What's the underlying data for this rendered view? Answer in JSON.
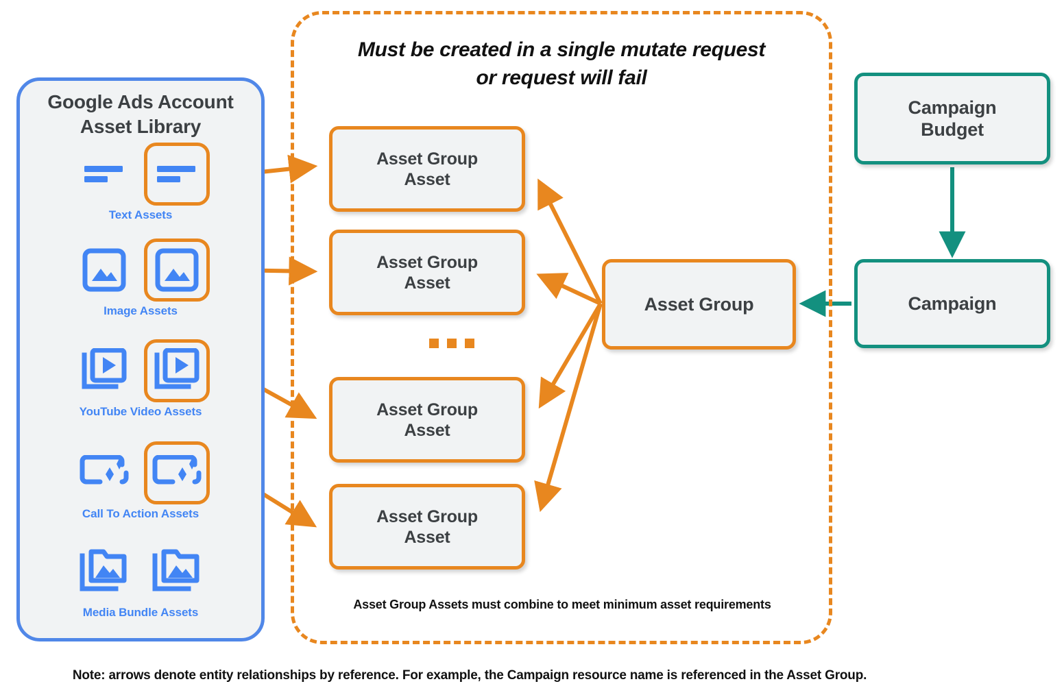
{
  "diagram": {
    "title_note": "Note: arrows denote entity relationships by reference. For example, the Campaign resource name is referenced in the Asset Group.",
    "colors": {
      "orange": "#e8871f",
      "teal": "#13907f",
      "blue": "#5087e8",
      "node_fill": "#f1f3f4",
      "text": "#3c4043"
    }
  },
  "asset_library": {
    "title_line1": "Google Ads Account",
    "title_line2": "Asset Library",
    "rows": [
      {
        "label": "Text Assets",
        "icon": "text-asset-icon",
        "highlighted": true
      },
      {
        "label": "Image Assets",
        "icon": "image-asset-icon",
        "highlighted": true
      },
      {
        "label": "YouTube Video  Assets",
        "icon": "video-asset-icon",
        "highlighted": true
      },
      {
        "label": "Call To Action Assets",
        "icon": "call-to-action-asset-icon",
        "highlighted": true
      },
      {
        "label": "Media Bundle  Assets",
        "icon": "media-bundle-asset-icon",
        "highlighted": false
      }
    ]
  },
  "mutate_group": {
    "heading_line1": "Must be created in a single mutate request",
    "heading_line2": "or request will fail",
    "footnote": "Asset Group Assets must combine to meet minimum asset requirements",
    "ellipsis": "...",
    "asset_group_assets": [
      {
        "line1": "Asset Group",
        "line2": "Asset"
      },
      {
        "line1": "Asset Group",
        "line2": "Asset"
      },
      {
        "line1": "Asset Group",
        "line2": "Asset"
      },
      {
        "line1": "Asset Group",
        "line2": "Asset"
      }
    ]
  },
  "entities": {
    "asset_group": "Asset Group",
    "campaign_budget_line1": "Campaign",
    "campaign_budget_line2": "Budget",
    "campaign": "Campaign"
  }
}
